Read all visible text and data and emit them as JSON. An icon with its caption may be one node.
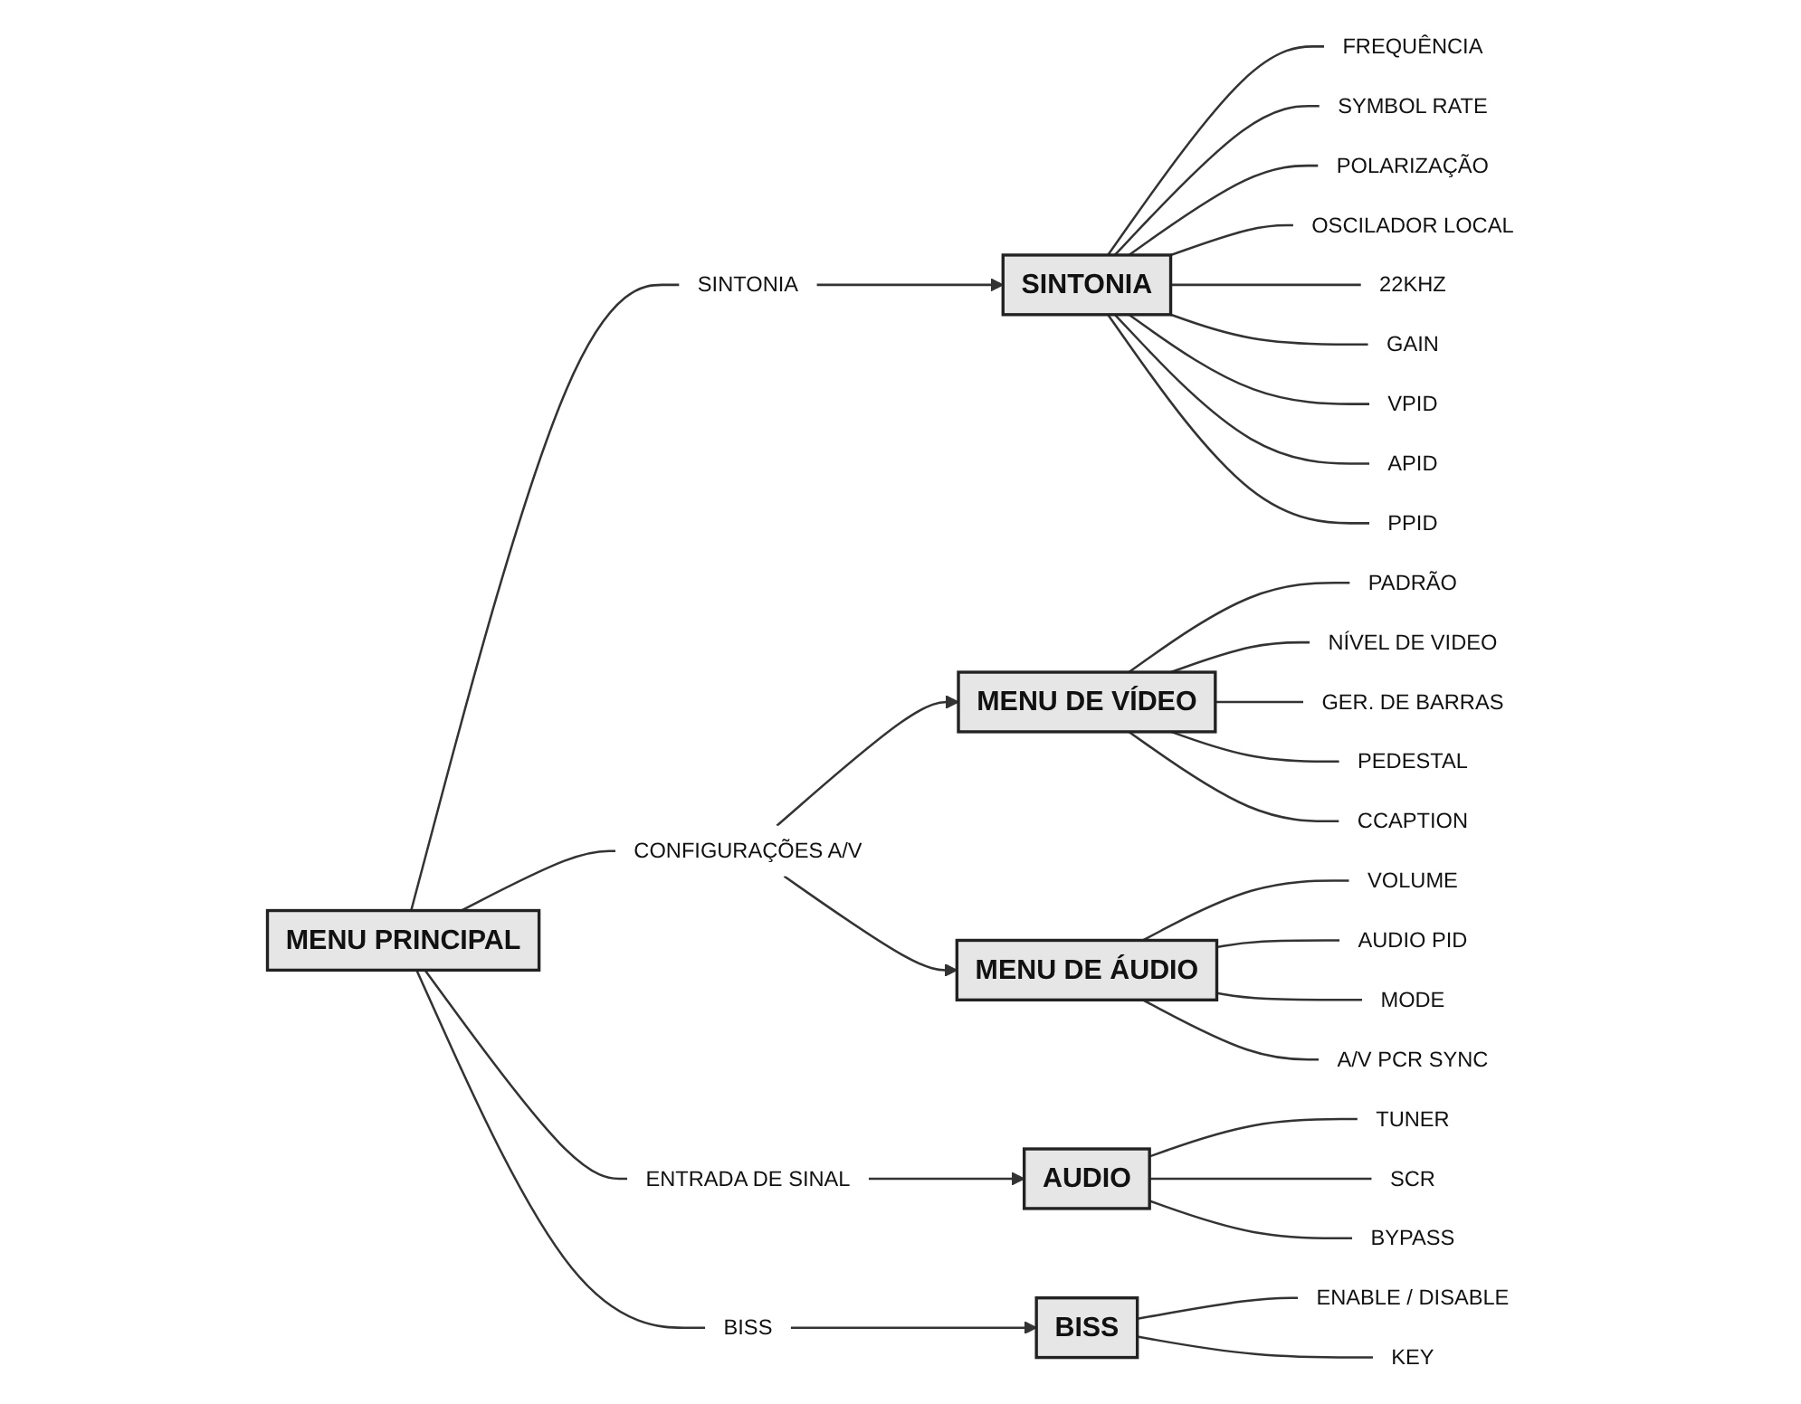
{
  "diagram": {
    "nodes": [
      {
        "text": [
          "MENU PRINCIPAL"
        ]
      },
      {
        "text": [
          "SINTONIA"
        ]
      },
      {
        "text": [
          "CONFIGURAÇÕES A/V"
        ]
      },
      {
        "text": [
          "ENTRADA DE SINAL"
        ]
      },
      {
        "text": [
          "BISS"
        ]
      },
      {
        "text": [
          "SINTONIA"
        ]
      },
      {
        "text": [
          "FREQUÊNCIA"
        ]
      },
      {
        "text": [
          "SYMBOL RATE"
        ]
      },
      {
        "text": [
          "POLARIZAÇÃO"
        ]
      },
      {
        "text": [
          "OSCILADOR LOCAL"
        ]
      },
      {
        "text": [
          "22KHZ"
        ]
      },
      {
        "text": [
          "GAIN"
        ]
      },
      {
        "text": [
          "VPID"
        ]
      },
      {
        "text": [
          "APID"
        ]
      },
      {
        "text": [
          "PPID"
        ]
      },
      {
        "text": [
          "MENU DE VÍDEO"
        ]
      },
      {
        "text": [
          "PADRÃO"
        ]
      },
      {
        "text": [
          "NÍVEL DE VIDEO"
        ]
      },
      {
        "text": [
          "GER. DE BARRAS"
        ]
      },
      {
        "text": [
          "PEDESTAL"
        ]
      },
      {
        "text": [
          "CCAPTION"
        ]
      },
      {
        "text": [
          "BISS"
        ]
      },
      {
        "text": [
          "ENABLE / DISABLE"
        ]
      },
      {
        "text": [
          "KEY"
        ]
      },
      {
        "text": [
          "AUDIO"
        ]
      },
      {
        "text": [
          "TUNER"
        ]
      },
      {
        "text": [
          "SCR"
        ]
      },
      {
        "text": [
          "BYPASS"
        ]
      },
      {
        "text": [
          "MENU DE ÁUDIO"
        ]
      },
      {
        "text": [
          "VOLUME"
        ]
      },
      {
        "text": [
          "AUDIO PID"
        ]
      },
      {
        "text": [
          "MODE"
        ]
      },
      {
        "text": [
          "A/V PCR SYNC"
        ]
      }
    ],
    "edges": [
      {
        "from": 0,
        "to": 1,
        "arrow": "none"
      },
      {
        "from": 0,
        "to": 2,
        "arrow": "none"
      },
      {
        "from": 0,
        "to": 3,
        "arrow": "none"
      },
      {
        "from": 0,
        "to": 4,
        "arrow": "none"
      },
      {
        "from": 1,
        "to": 5,
        "arrow": "to"
      },
      {
        "from": 2,
        "to": 15,
        "arrow": "to"
      },
      {
        "from": 2,
        "to": 28,
        "arrow": "to"
      },
      {
        "from": 3,
        "to": 24,
        "arrow": "to"
      },
      {
        "from": 4,
        "to": 21,
        "arrow": "to"
      },
      {
        "from": 5,
        "to": 6,
        "arrow": "none"
      },
      {
        "from": 5,
        "to": 7,
        "arrow": "none"
      },
      {
        "from": 5,
        "to": 8,
        "arrow": "none"
      },
      {
        "from": 5,
        "to": 9,
        "arrow": "none"
      },
      {
        "from": 5,
        "to": 10,
        "arrow": "none"
      },
      {
        "from": 5,
        "to": 11,
        "arrow": "none"
      },
      {
        "from": 5,
        "to": 12,
        "arrow": "none"
      },
      {
        "from": 5,
        "to": 13,
        "arrow": "none"
      },
      {
        "from": 5,
        "to": 14,
        "arrow": "none"
      },
      {
        "from": 15,
        "to": 16,
        "arrow": "none"
      },
      {
        "from": 15,
        "to": 17,
        "arrow": "none"
      },
      {
        "from": 15,
        "to": 18,
        "arrow": "none"
      },
      {
        "from": 15,
        "to": 19,
        "arrow": "none"
      },
      {
        "from": 15,
        "to": 20,
        "arrow": "none"
      },
      {
        "from": 21,
        "to": 22,
        "arrow": "none"
      },
      {
        "from": 21,
        "to": 23,
        "arrow": "none"
      },
      {
        "from": 24,
        "to": 25,
        "arrow": "none"
      },
      {
        "from": 24,
        "to": 26,
        "arrow": "none"
      },
      {
        "from": 24,
        "to": 27,
        "arrow": "none"
      },
      {
        "from": 28,
        "to": 29,
        "arrow": "none"
      },
      {
        "from": 28,
        "to": 30,
        "arrow": "none"
      },
      {
        "from": 28,
        "to": 31,
        "arrow": "none"
      },
      {
        "from": 28,
        "to": 32,
        "arrow": "none"
      }
    ]
  }
}
